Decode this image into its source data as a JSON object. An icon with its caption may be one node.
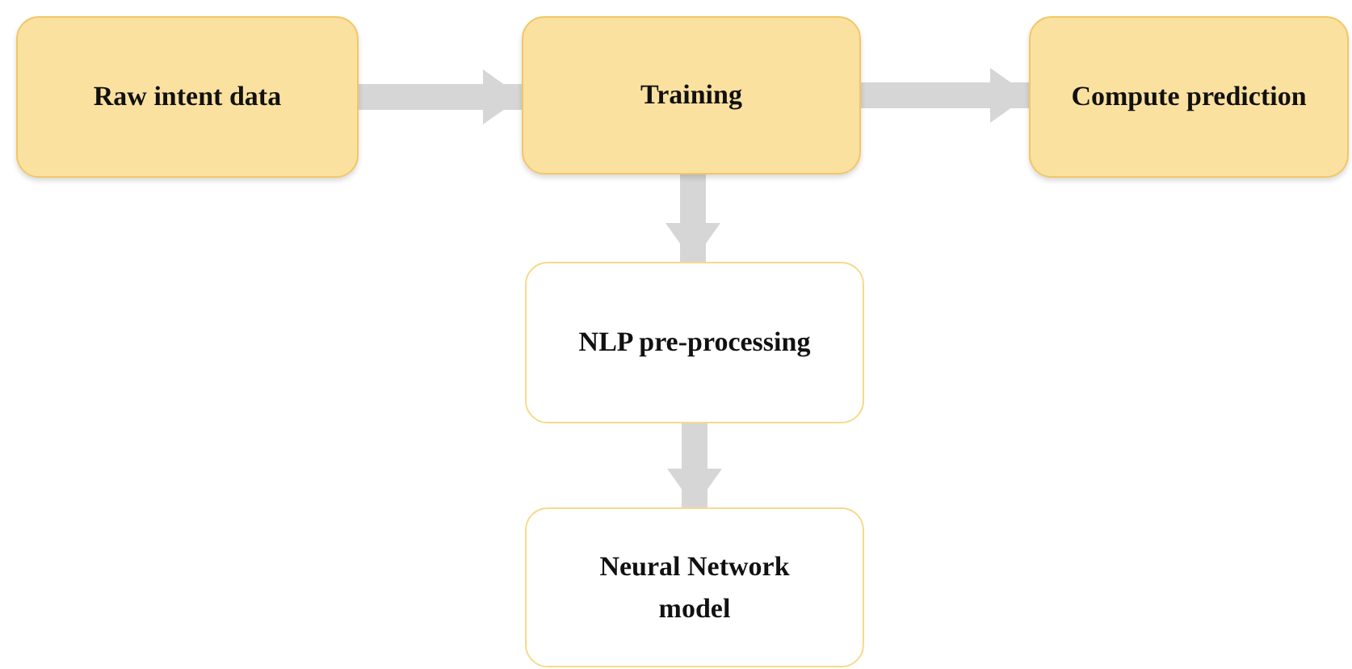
{
  "diagram": {
    "nodes": [
      {
        "text": [
          "Raw intent data"
        ]
      },
      {
        "text": [
          "Training"
        ]
      },
      {
        "text": [
          "Compute prediction"
        ]
      },
      {
        "text": [
          "NLP pre-processing"
        ]
      },
      {
        "text": [
          "Neural Network model"
        ]
      }
    ],
    "edges": [
      {
        "from": 0,
        "to": 1,
        "arrow": "to"
      },
      {
        "from": 1,
        "to": 2,
        "arrow": "to"
      },
      {
        "from": 1,
        "to": 3,
        "arrow": "to"
      },
      {
        "from": 3,
        "to": 4,
        "arrow": "to"
      }
    ]
  }
}
